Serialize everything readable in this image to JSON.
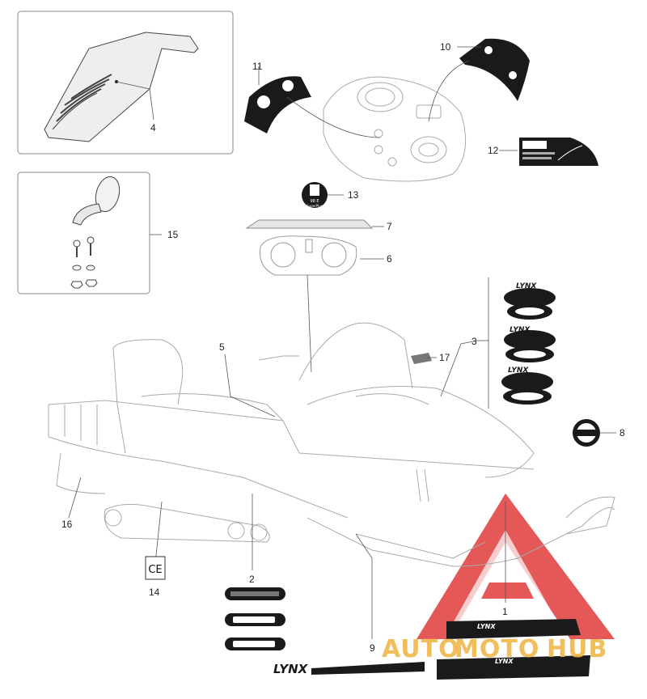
{
  "diagram": {
    "callouts": [
      {
        "id": "1",
        "label": "1"
      },
      {
        "id": "2",
        "label": "2"
      },
      {
        "id": "3",
        "label": "3"
      },
      {
        "id": "4",
        "label": "4"
      },
      {
        "id": "5",
        "label": "5"
      },
      {
        "id": "6",
        "label": "6"
      },
      {
        "id": "7",
        "label": "7"
      },
      {
        "id": "8",
        "label": "8"
      },
      {
        "id": "9",
        "label": "9"
      },
      {
        "id": "10",
        "label": "10"
      },
      {
        "id": "11",
        "label": "11"
      },
      {
        "id": "12",
        "label": "12"
      },
      {
        "id": "13",
        "label": "13"
      },
      {
        "id": "14",
        "label": "14"
      },
      {
        "id": "15",
        "label": "15"
      },
      {
        "id": "16",
        "label": "16"
      },
      {
        "id": "17",
        "label": "17"
      }
    ],
    "decal_texts": {
      "lynx": "LYNX",
      "fuel_label": "98 E",
      "fuel_label_sub": "SuperPlus",
      "ce_mark": "CE"
    },
    "watermark": {
      "part1": "AUTO",
      "part2": "MOTO",
      "part3": "HUB"
    }
  },
  "colors": {
    "line": "#555555",
    "decal_dark": "#1a1a1a",
    "watermark_red": "#e03c3c",
    "watermark_gold": "#f0b84a"
  }
}
